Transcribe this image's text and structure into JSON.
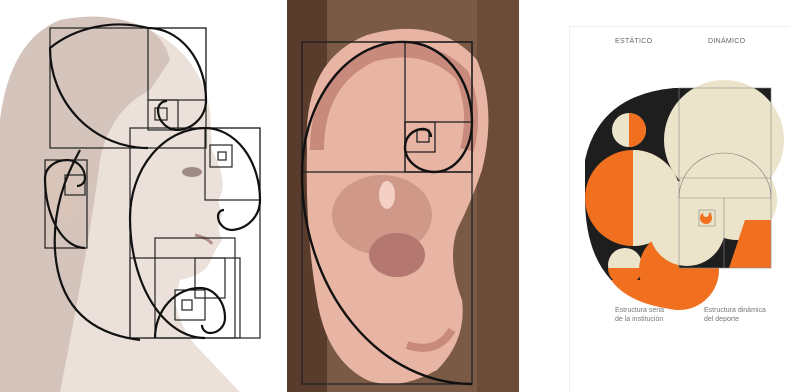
{
  "poster": {
    "heading_static": "ESTÁTICO",
    "heading_dynamic": "DINÁMICO",
    "caption_static_line1": "Estructura seria",
    "caption_static_line2": "de la institución",
    "caption_dynamic_line1": "Estructura dinámica",
    "caption_dynamic_line2": "del deporte",
    "colors": {
      "orange": "#f07020",
      "cream": "#ece4ca",
      "black": "#1e1e1e"
    }
  },
  "photo_face": {
    "icon": "woman-profile-golden-spiral"
  },
  "photo_ear": {
    "icon": "ear-golden-spiral"
  }
}
